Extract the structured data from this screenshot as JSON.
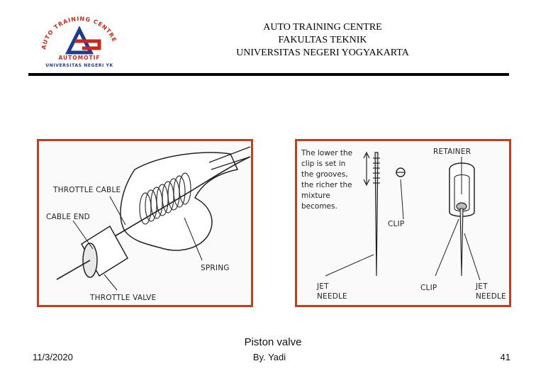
{
  "header": {
    "line1": "AUTO TRAINING CENTRE",
    "line2": "FAKULTAS TEKNIK",
    "line3": "UNIVERSITAS NEGERI YOGYAKARTA"
  },
  "logo": {
    "arc_top": "AUTO TRAINING CENTRE",
    "arc_bottom": "AUTOMOTIF",
    "base": "UNIVERSITAS NEGERI YK",
    "colors": {
      "red": "#c8281e",
      "blue": "#1e3c8c"
    }
  },
  "figure_left": {
    "labels": {
      "throttle_cable": "THROTTLE CABLE",
      "cable_end": "CABLE END",
      "spring": "SPRING",
      "throttle_valve": "THROTTLE VALVE"
    }
  },
  "figure_right": {
    "note": [
      "The lower the",
      "clip is set in",
      "the grooves,",
      "the richer the",
      "mixture",
      "becomes."
    ],
    "labels": {
      "retainer": "RETAINER",
      "clip_a": "CLIP",
      "clip_b": "CLIP",
      "jet_a": "JET",
      "needle_a": "NEEDLE",
      "jet_b": "JET",
      "needle_b": "NEEDLE"
    }
  },
  "caption": "Piston valve",
  "footer": {
    "date": "11/3/2020",
    "author": "By. Yadi",
    "page": "41"
  },
  "colors": {
    "frame": "#c0401e",
    "rule": "#000000"
  }
}
